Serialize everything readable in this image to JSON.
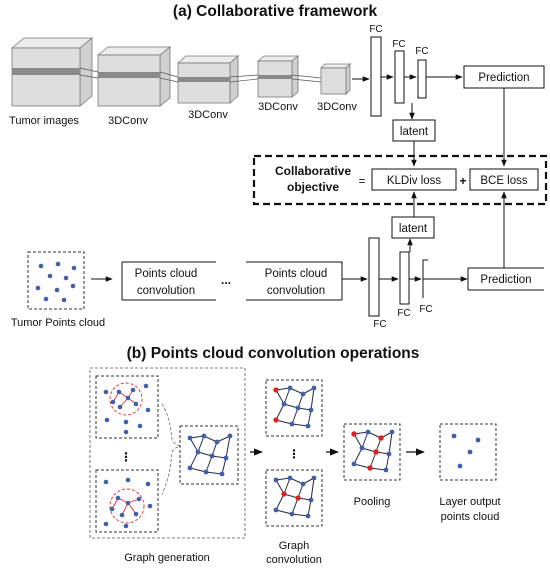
{
  "titles": {
    "part_a": "(a) Collaborative framework",
    "part_b": "(b) Points cloud convolution operations"
  },
  "framework": {
    "tumor_images": "Tumor images",
    "conv_1": "3DConv",
    "conv_2": "3DConv",
    "conv_3": "3DConv",
    "conv_4": "3DConv",
    "fc_1": "FC",
    "fc_2": "FC",
    "fc_3": "FC",
    "prediction_top": "Prediction",
    "latent_top": "latent",
    "objective_line1": "Collaborative",
    "objective_line2": "objective",
    "equals": "=",
    "kldiv_loss": "KLDiv loss",
    "plus": "+",
    "bce_loss": "BCE loss",
    "latent_bottom": "latent",
    "tumor_points_cloud": "Tumor Points cloud",
    "pc_conv_1_line1": "Points cloud",
    "pc_conv_1_line2": "convolution",
    "ellipsis": "...",
    "pc_conv_2_line1": "Points cloud",
    "pc_conv_2_line2": "convolution",
    "fc_b1": "FC",
    "fc_b2": "FC",
    "fc_b3": "FC",
    "prediction_bottom": "Prediction"
  },
  "operations": {
    "graph_generation": "Graph generation",
    "graph_conv_line1": "Graph",
    "graph_conv_line2": "convolution",
    "pooling": "Pooling",
    "layer_output_line1": "Layer output",
    "layer_output_line2": "points cloud",
    "vdots_1": "⋮",
    "vdots_2": "⋮"
  },
  "colors": {
    "node_blue": "#3f5fa8",
    "node_red": "#e02020",
    "edge_dark": "#222a44",
    "edge_red": "#e03030",
    "cube_face": "#dcdcdc",
    "band": "#888888"
  }
}
